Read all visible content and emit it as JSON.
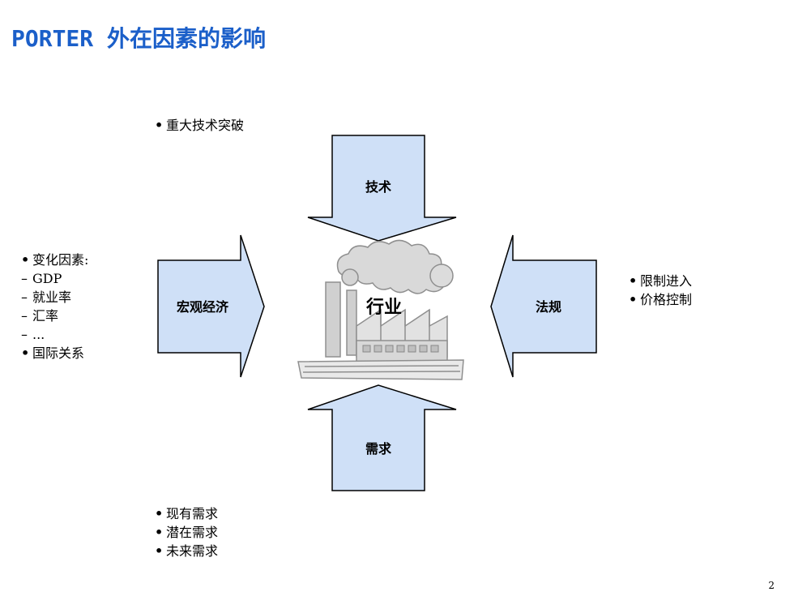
{
  "title": "PORTER 外在因素的影响",
  "center": {
    "label": "行业",
    "icon": "factory-icon"
  },
  "arrows": {
    "top": {
      "label": "技术"
    },
    "bottom": {
      "label": "需求"
    },
    "left": {
      "label": "宏观经济"
    },
    "right": {
      "label": "法规"
    }
  },
  "notes": {
    "top": [
      "重大技术突破"
    ],
    "bottom": [
      "现有需求",
      "潜在需求",
      "未来需求"
    ],
    "left": {
      "heading": "变化因素:",
      "sub": [
        "GDP",
        "就业率",
        "汇率",
        "..."
      ],
      "last": "国际关系"
    },
    "right": [
      "限制进入",
      "价格控制"
    ]
  },
  "page_number": "2",
  "colors": {
    "title": "#1b5fc9",
    "arrow_fill": "#cfe0f7",
    "arrow_stroke": "#000000",
    "factory": "#9a9a9a"
  }
}
